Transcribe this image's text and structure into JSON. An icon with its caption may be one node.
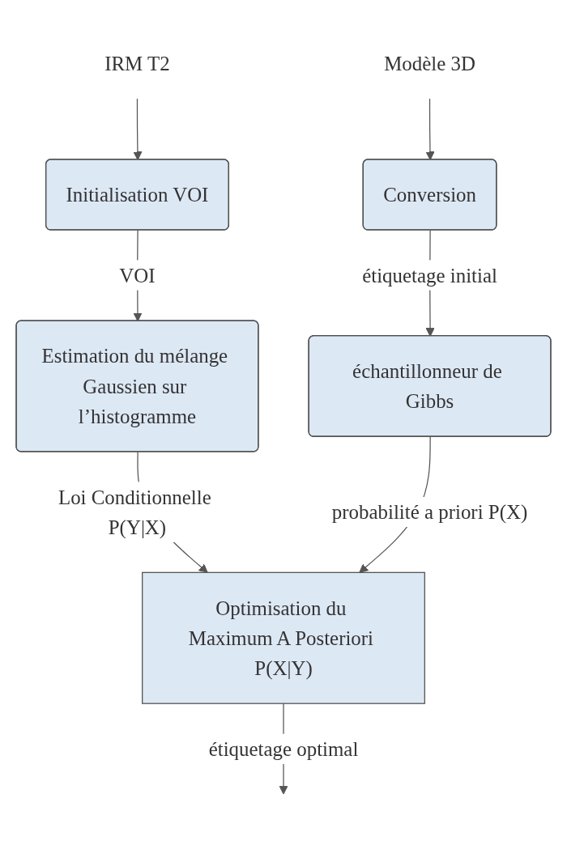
{
  "diagram": {
    "nodes": [
      {
        "text": [
          "IRM T2"
        ]
      },
      {
        "text": [
          "Modèle 3D"
        ]
      },
      {
        "text": [
          "Initialisation VOI"
        ]
      },
      {
        "text": [
          "Conversion"
        ]
      },
      {
        "text": [
          "Estimation du mélange Gaussien sur l’histogramme"
        ]
      },
      {
        "text": [
          "échantillonneur de Gibbs"
        ]
      },
      {
        "text": [
          "Optimisation du Maximum A Posteriori P(X|Y)"
        ]
      }
    ],
    "edges": [
      {
        "from": 0,
        "to": 2,
        "arrow": "to"
      },
      {
        "from": 1,
        "to": 3,
        "arrow": "to"
      },
      {
        "from": 2,
        "to": 4,
        "arrow": "to",
        "label": "VOI"
      },
      {
        "from": 3,
        "to": 5,
        "arrow": "to",
        "label": "étiquetage initial"
      },
      {
        "from": 4,
        "to": 6,
        "arrow": "to",
        "label": "Loi Conditionnelle P(Y|X)"
      },
      {
        "from": 5,
        "to": 6,
        "arrow": "to",
        "label": "probabilité a priori P(X)"
      },
      {
        "from": 6,
        "to": null,
        "arrow": "to",
        "label": "étiquetage optimal"
      }
    ]
  }
}
